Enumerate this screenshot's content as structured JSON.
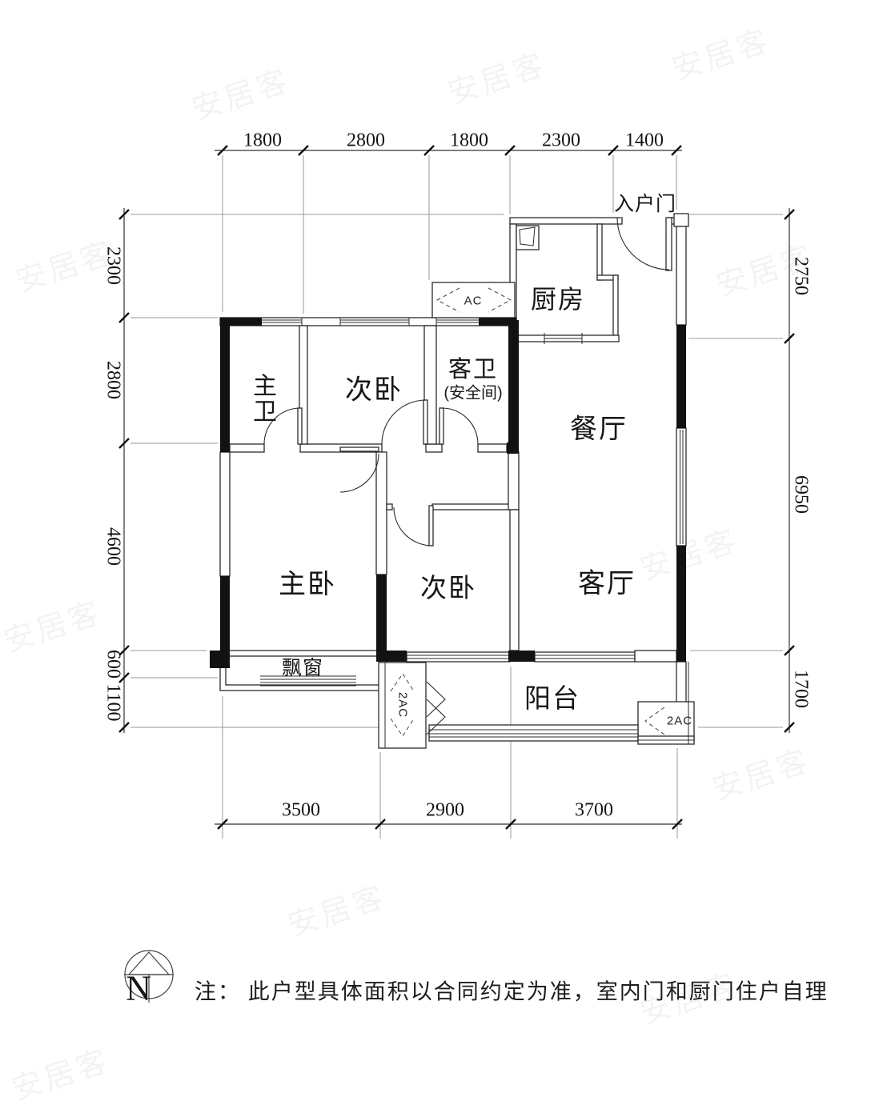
{
  "watermark": "安居客",
  "plan": {
    "rooms": {
      "kitchen": "厨房",
      "dining": "餐厅",
      "living": "客厅",
      "master_bedroom": "主卧",
      "second_bedroom_upper": "次卧",
      "second_bedroom_lower": "次卧",
      "master_bath": "主卫",
      "guest_bath": "客卫",
      "guest_bath_note": "(安全间)",
      "balcony": "阳台",
      "bay_window": "飘窗",
      "entry_door": "入户门"
    },
    "equipment": {
      "ac": "AC",
      "ac2_left": "2AC",
      "ac2_right": "2AC"
    },
    "dimensions": {
      "top": [
        "1800",
        "2800",
        "1800",
        "2300",
        "1400"
      ],
      "left": [
        "2300",
        "2800",
        "4600",
        "600",
        "1100"
      ],
      "right": [
        "2750",
        "6950",
        "1700"
      ],
      "bottom": [
        "3500",
        "2900",
        "3700"
      ]
    },
    "compass": {
      "north": "N"
    },
    "note": "注： 此户型具体面积以合同约定为准，室内门和厨门住户自理"
  }
}
